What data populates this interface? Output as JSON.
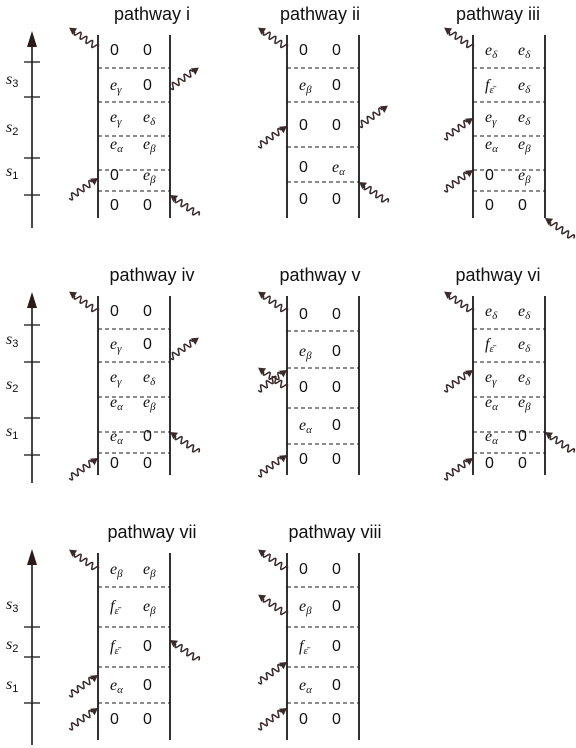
{
  "diagram": {
    "pathways": [
      {
        "title": "pathway i",
        "cells": [
          [
            "0",
            "0"
          ],
          [
            "e_γ",
            "0"
          ],
          [
            "e_γ",
            "e_δ"
          ],
          [
            "e_α",
            "e_β"
          ],
          [
            "0",
            "e_β"
          ],
          [
            "0",
            "0"
          ]
        ],
        "arrows": [
          {
            "side": "left",
            "dir": "out"
          },
          {
            "side": "right",
            "dir": "out"
          },
          {
            "side": "left",
            "dir": "in"
          },
          {
            "side": "right",
            "dir": "in"
          }
        ]
      },
      {
        "title": "pathway ii",
        "cells": [
          [
            "0",
            "0"
          ],
          [
            "e_β",
            "0"
          ],
          [
            "0",
            "0"
          ],
          [
            "0",
            "e_α"
          ],
          [
            "0",
            "0"
          ]
        ],
        "arrows": [
          {
            "side": "left",
            "dir": "out"
          },
          {
            "side": "left",
            "dir": "in"
          },
          {
            "side": "right",
            "dir": "out"
          },
          {
            "side": "right",
            "dir": "in"
          }
        ]
      },
      {
        "title": "pathway iii",
        "cells": [
          [
            "e_δ",
            "e_δ"
          ],
          [
            "f_ε̄",
            "e_δ"
          ],
          [
            "e_γ",
            "e_δ"
          ],
          [
            "e_α",
            "e_β"
          ],
          [
            "0",
            "e_β"
          ],
          [
            "0",
            "0"
          ]
        ],
        "arrows": [
          {
            "side": "left",
            "dir": "out"
          },
          {
            "side": "left",
            "dir": "in"
          },
          {
            "side": "left",
            "dir": "in"
          },
          {
            "side": "right",
            "dir": "in"
          }
        ]
      },
      {
        "title": "pathway iv",
        "cells": [
          [
            "0",
            "0"
          ],
          [
            "e_γ",
            "0"
          ],
          [
            "e_γ",
            "e_δ"
          ],
          [
            "e_α",
            "e_β"
          ],
          [
            "e_α",
            "0"
          ],
          [
            "0",
            "0"
          ]
        ],
        "arrows": [
          {
            "side": "left",
            "dir": "out"
          },
          {
            "side": "right",
            "dir": "out"
          },
          {
            "side": "right",
            "dir": "in"
          },
          {
            "side": "left",
            "dir": "in"
          }
        ]
      },
      {
        "title": "pathway v",
        "cells": [
          [
            "0",
            "0"
          ],
          [
            "e_β",
            "0"
          ],
          [
            "0",
            "0"
          ],
          [
            "e_α",
            "0"
          ],
          [
            "0",
            "0"
          ]
        ],
        "arrows": [
          {
            "side": "left",
            "dir": "out"
          },
          {
            "side": "left",
            "dir": "out"
          },
          {
            "side": "left",
            "dir": "in"
          },
          {
            "side": "left",
            "dir": "in"
          }
        ]
      },
      {
        "title": "pathway vi",
        "cells": [
          [
            "e_δ",
            "e_δ"
          ],
          [
            "f_ε̄",
            "e_δ"
          ],
          [
            "e_γ",
            "e_δ"
          ],
          [
            "e_α",
            "e_β"
          ],
          [
            "e_α",
            "0"
          ],
          [
            "0",
            "0"
          ]
        ],
        "arrows": [
          {
            "side": "left",
            "dir": "out"
          },
          {
            "side": "left",
            "dir": "in"
          },
          {
            "side": "right",
            "dir": "in"
          },
          {
            "side": "left",
            "dir": "in"
          }
        ]
      },
      {
        "title": "pathway vii",
        "cells": [
          [
            "e_β",
            "e_β"
          ],
          [
            "f_ε̄",
            "e_β"
          ],
          [
            "f_ε̄",
            "0"
          ],
          [
            "e_α",
            "0"
          ],
          [
            "0",
            "0"
          ]
        ],
        "arrows": [
          {
            "side": "left",
            "dir": "out"
          },
          {
            "side": "right",
            "dir": "in"
          },
          {
            "side": "left",
            "dir": "in"
          },
          {
            "side": "left",
            "dir": "in"
          }
        ]
      },
      {
        "title": "pathway viii",
        "cells": [
          [
            "0",
            "0"
          ],
          [
            "e_β",
            "0"
          ],
          [
            "f_ε̄",
            "0"
          ],
          [
            "e_α",
            "0"
          ],
          [
            "0",
            "0"
          ]
        ],
        "arrows": [
          {
            "side": "left",
            "dir": "out"
          },
          {
            "side": "left",
            "dir": "out"
          },
          {
            "side": "left",
            "dir": "in"
          },
          {
            "side": "left",
            "dir": "in"
          }
        ]
      }
    ],
    "time_axis_labels": [
      "s3",
      "s2",
      "s1"
    ]
  },
  "colors": {
    "line": "#1a1a1a",
    "arrow": "#3a2a2a",
    "text": "#111111"
  }
}
